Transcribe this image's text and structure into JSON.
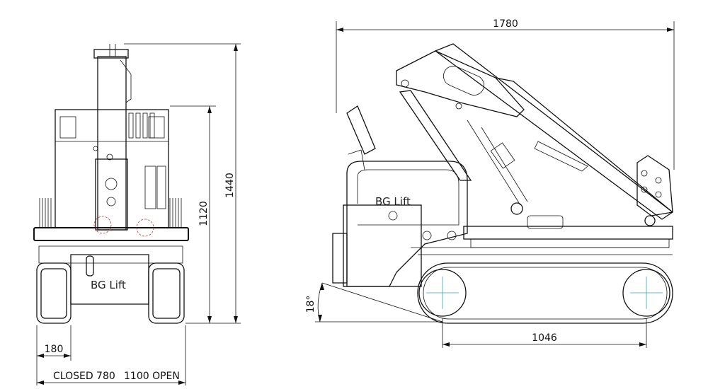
{
  "drawing": {
    "dimensions": {
      "overall_length": "1780",
      "track_length": "1046",
      "overall_height": "1440",
      "platform_height": "1120",
      "track_width": "180",
      "closed_width": "CLOSED 780",
      "open_width": "1100 OPEN",
      "approach_angle": "18°"
    },
    "brand_front": "BG Lift",
    "brand_side": "BG Lift"
  }
}
